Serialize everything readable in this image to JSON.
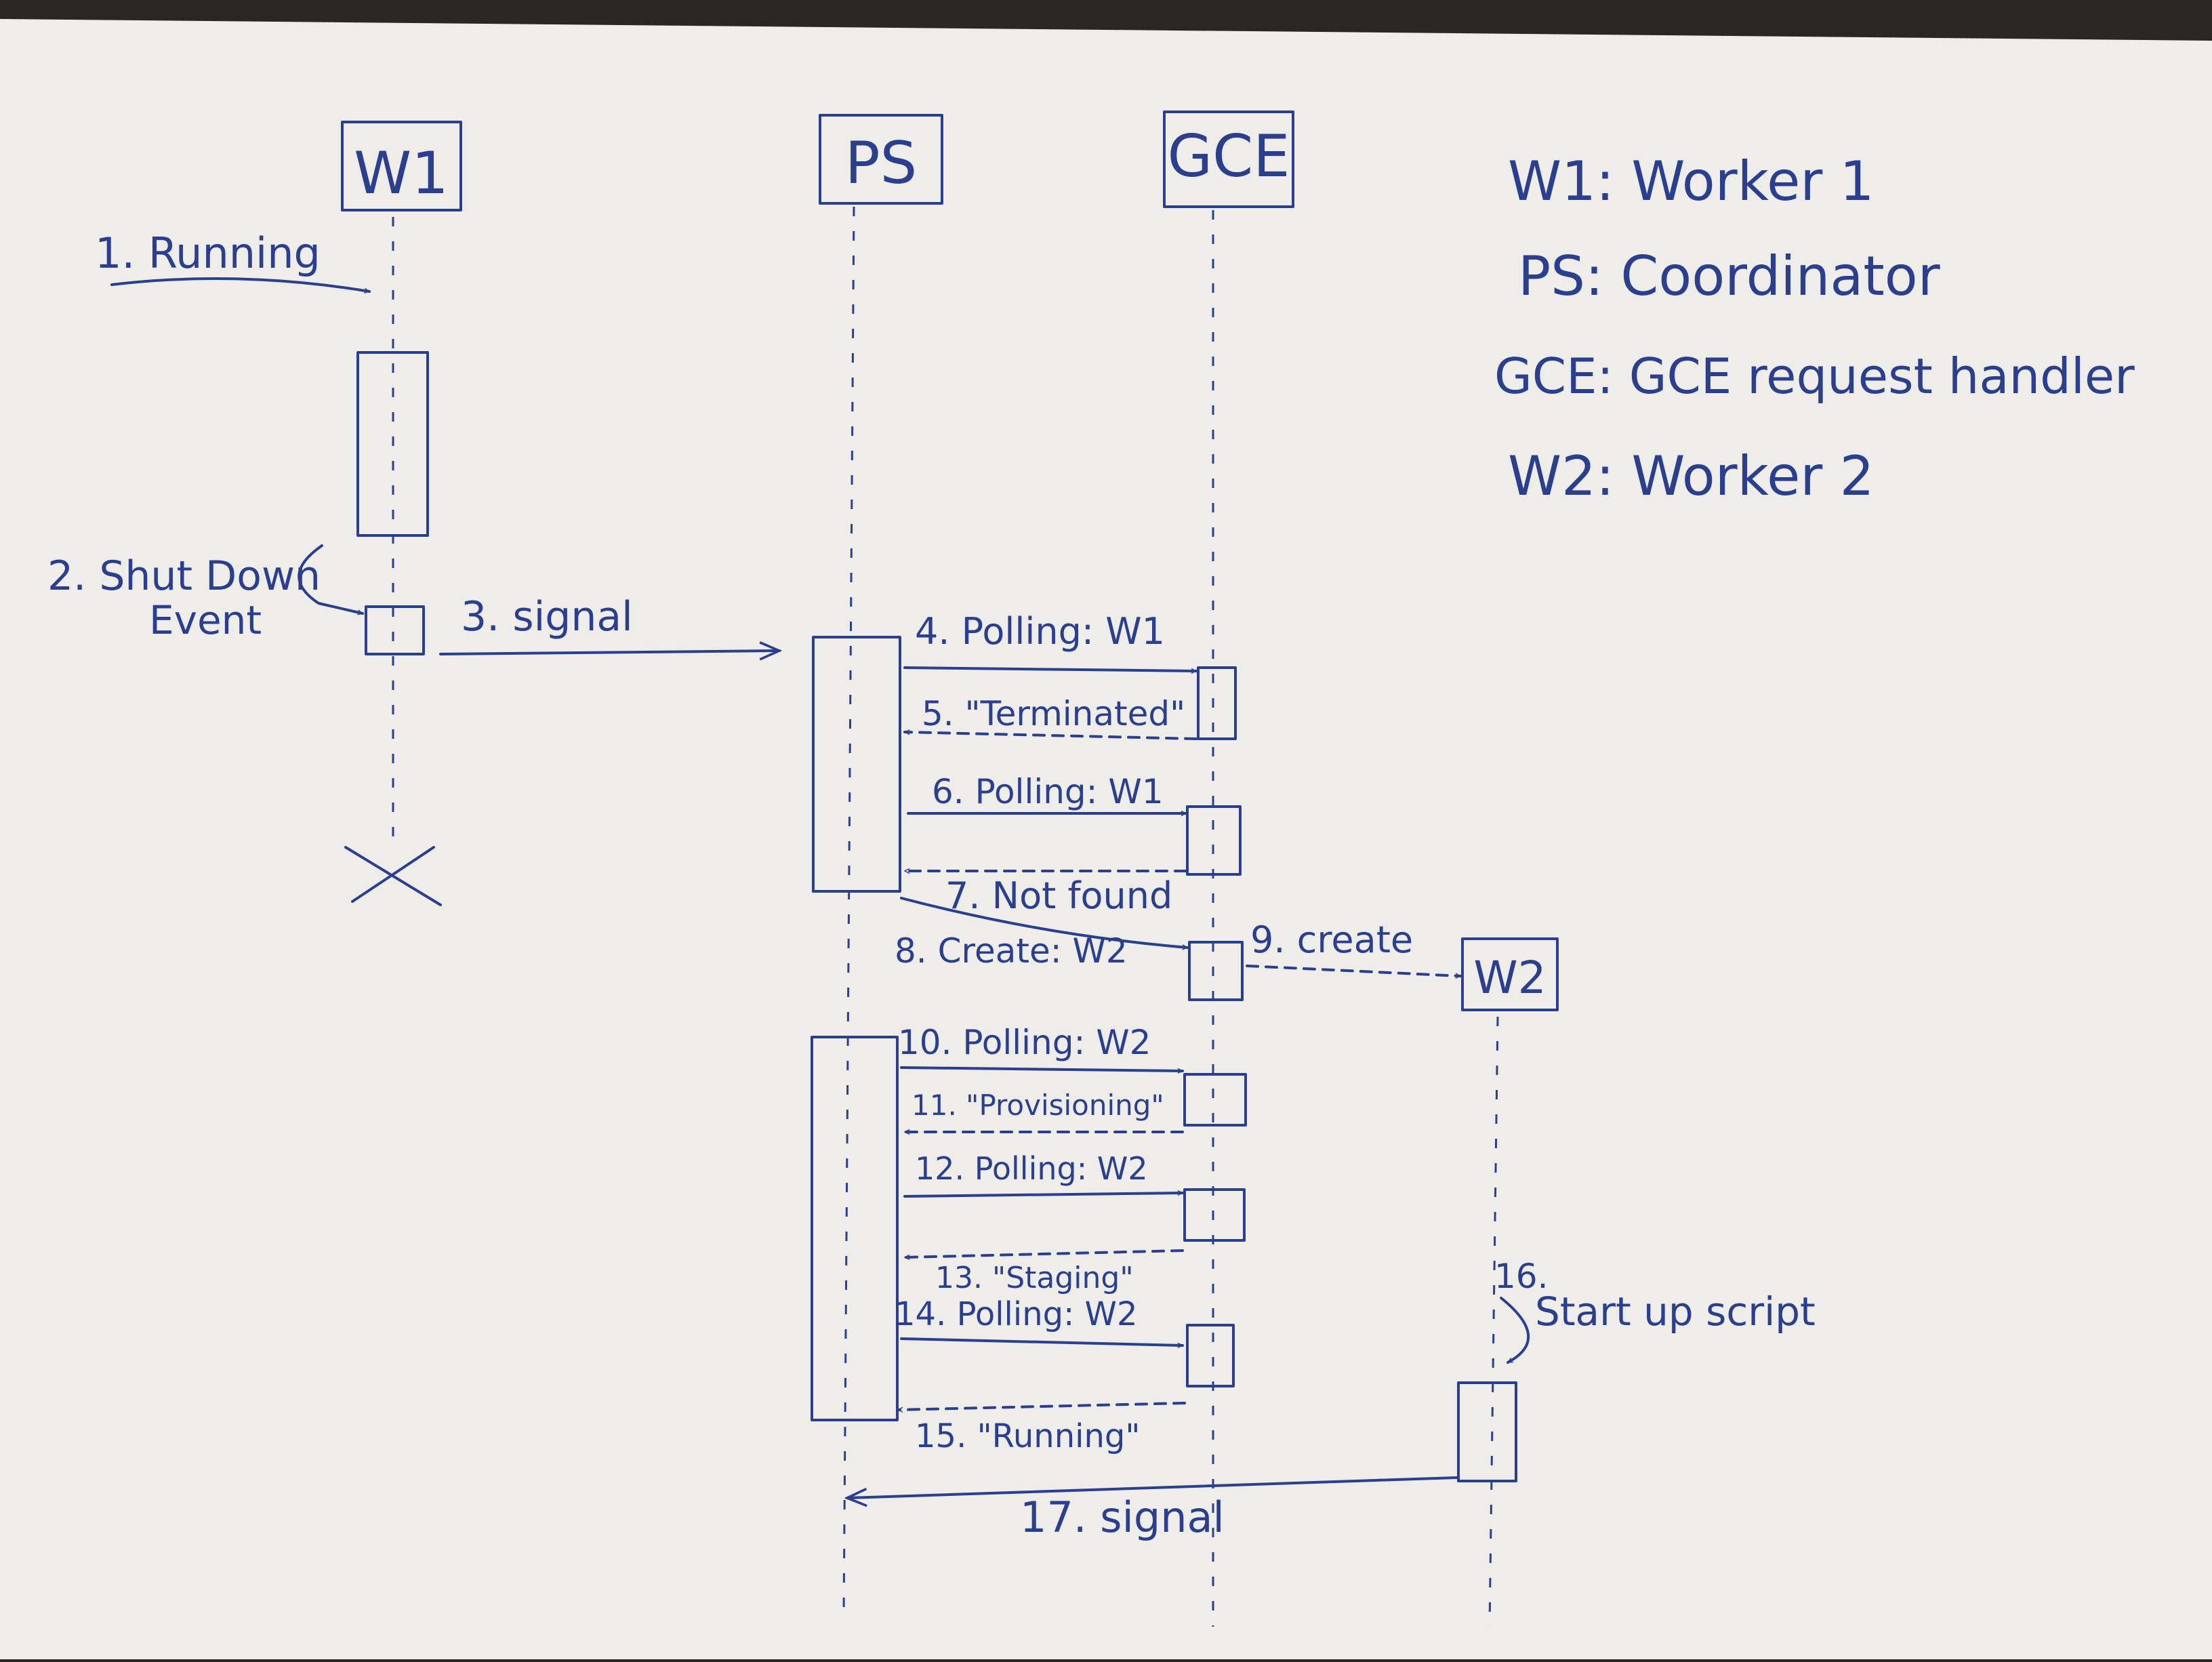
{
  "participants": [
    {
      "id": "W1",
      "label": "W1"
    },
    {
      "id": "PS",
      "label": "PS"
    },
    {
      "id": "GCE",
      "label": "GCE"
    },
    {
      "id": "W2",
      "label": "W2"
    }
  ],
  "legend": [
    "W1: Worker 1",
    "PS: Coordinator",
    "GCE: GCE request handler",
    "W2: Worker 2"
  ],
  "messages": [
    {
      "n": "1",
      "label": "1. Running"
    },
    {
      "n": "2a",
      "label": "2. Shut Down"
    },
    {
      "n": "2b",
      "label": "Event"
    },
    {
      "n": "3",
      "label": "3. signal"
    },
    {
      "n": "4",
      "label": "4. Polling: W1"
    },
    {
      "n": "5",
      "label": "5. \"Terminated\""
    },
    {
      "n": "6",
      "label": "6. Polling: W1"
    },
    {
      "n": "7",
      "label": "7. Not found"
    },
    {
      "n": "8",
      "label": "8. Create: W2"
    },
    {
      "n": "9",
      "label": "9. create"
    },
    {
      "n": "10",
      "label": "10. Polling: W2"
    },
    {
      "n": "11",
      "label": "11. \"Provisioning\""
    },
    {
      "n": "12",
      "label": "12. Polling: W2"
    },
    {
      "n": "13",
      "label": "13. \"Staging\""
    },
    {
      "n": "14",
      "label": "14. Polling: W2"
    },
    {
      "n": "15",
      "label": "15. \"Running\""
    },
    {
      "n": "16a",
      "label": "16."
    },
    {
      "n": "16b",
      "label": "Start up script"
    },
    {
      "n": "17",
      "label": "17. signal"
    }
  ]
}
